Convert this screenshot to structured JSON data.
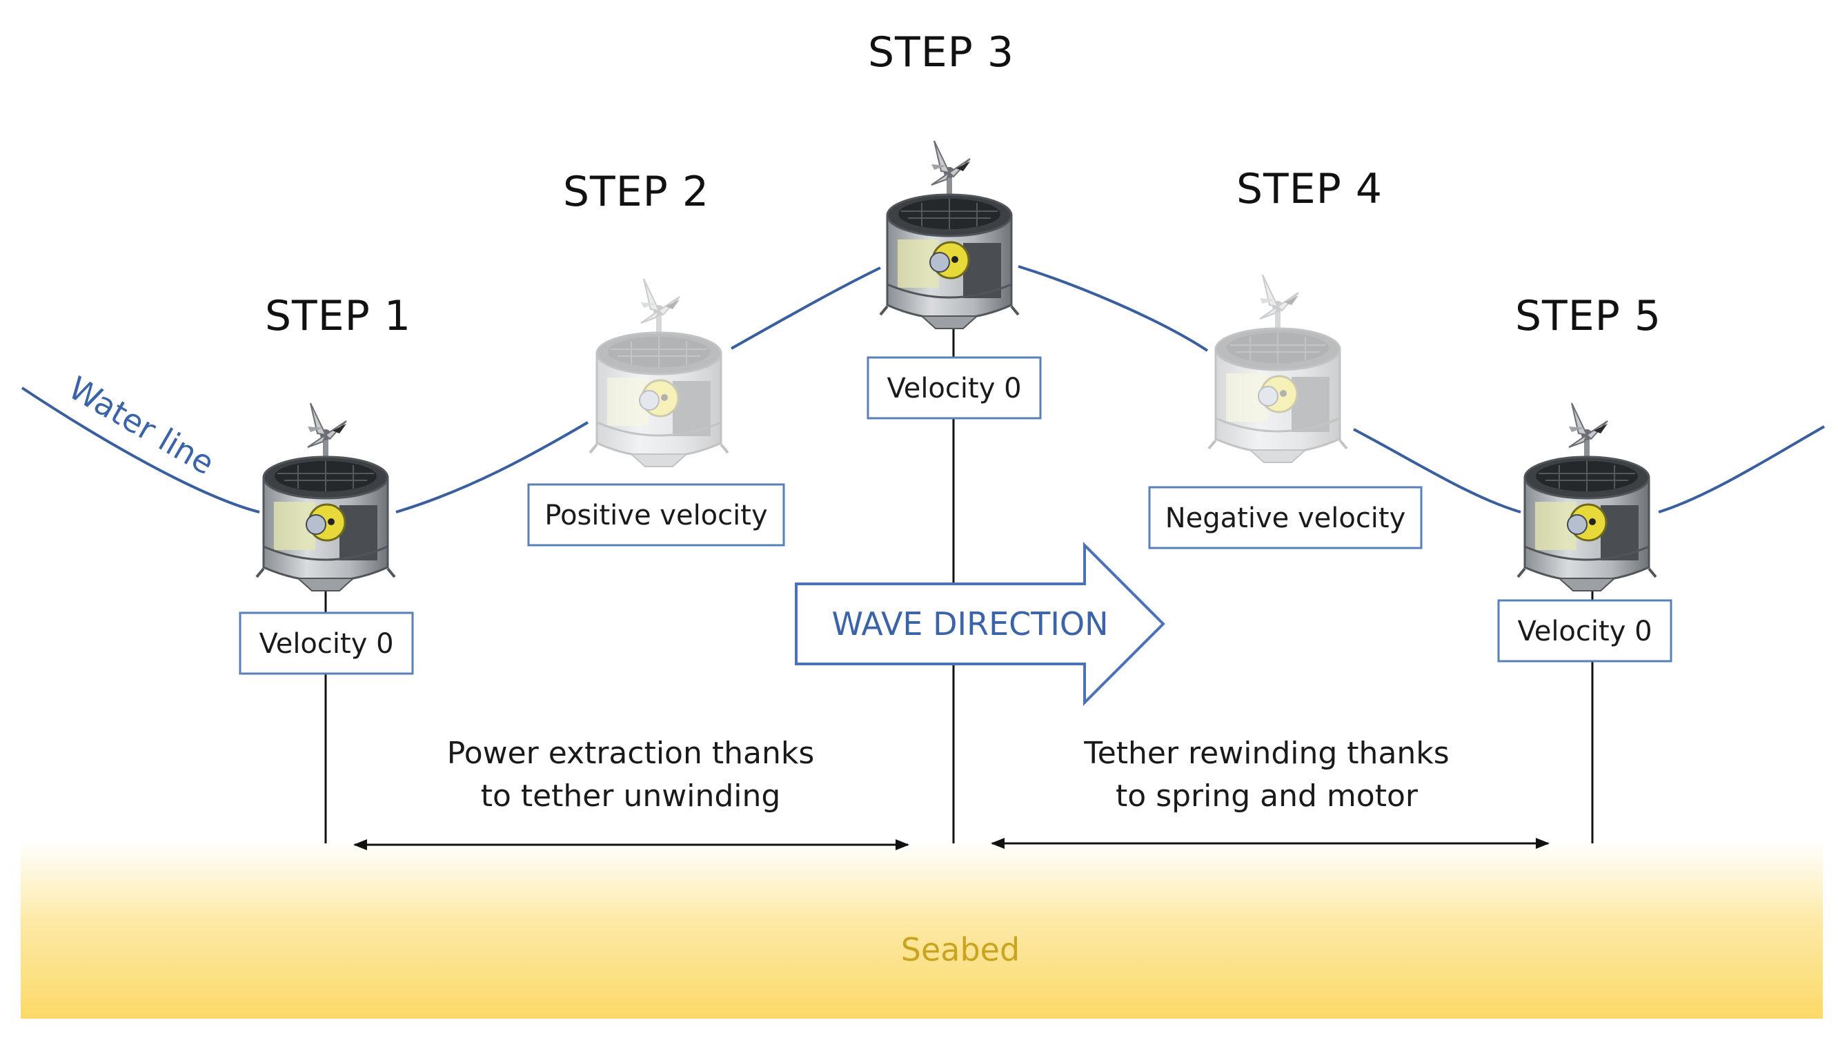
{
  "steps": [
    {
      "title": "STEP 1",
      "velocity_label": "Velocity 0",
      "faded": false
    },
    {
      "title": "STEP 2",
      "velocity_label": "Positive velocity",
      "faded": true
    },
    {
      "title": "STEP 3",
      "velocity_label": "Velocity 0",
      "faded": false
    },
    {
      "title": "STEP 4",
      "velocity_label": "Negative velocity",
      "faded": true
    },
    {
      "title": "STEP 5",
      "velocity_label": "Velocity 0",
      "faded": false
    }
  ],
  "water_line_label": "Water line",
  "wave_direction_label": "WAVE DIRECTION",
  "phase_notes": [
    {
      "lines": [
        "Power extraction thanks",
        "to tether unwinding"
      ]
    },
    {
      "lines": [
        "Tether rewinding thanks",
        "to spring and motor"
      ]
    }
  ],
  "seabed_label": "Seabed",
  "colors": {
    "water_line": "#3a5f9f",
    "box_border": "#5a80b8",
    "wave_arrow": "#4a72b4",
    "seabed_top": "#ffffff",
    "seabed_bottom": "#fcd968",
    "seabed_text": "#c9a420"
  }
}
